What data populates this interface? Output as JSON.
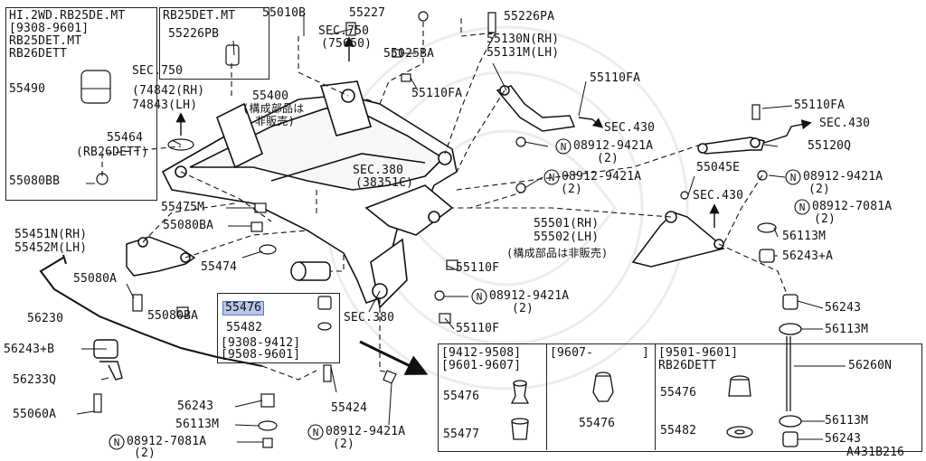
{
  "diagram_id": "A431B216",
  "top_left_box": {
    "lines": [
      "HI.2WD.RB25DE.MT",
      "[9308-9601]",
      "RB25DET.MT",
      "RB26DETT"
    ],
    "parts": [
      "55490",
      "55080BB"
    ]
  },
  "rb25_box": {
    "title": "RB25DET.MT",
    "part": "55226PB"
  },
  "insert_box": {
    "highlighted_part": "55476",
    "part2": "55482",
    "dates": [
      "[9308-9412]",
      "[9508-9601]"
    ]
  },
  "variant_table": {
    "col1": {
      "dates": [
        "[9412-9508]",
        "[9601-9607]"
      ],
      "parts": [
        "55476",
        "55477"
      ]
    },
    "col2": {
      "dates": [
        "[9607-",
        "]"
      ],
      "parts": [
        "55476"
      ]
    },
    "col3": {
      "dates": [
        "[9501-9601]",
        "RB26DETT"
      ],
      "parts": [
        "55476",
        "55482"
      ]
    }
  },
  "labels": {
    "l55010b": "55010B",
    "l55227": "55227",
    "l55226pa": "55226PA",
    "sec750a": "SEC.750",
    "sec750b": "(75650)",
    "l55025ba": "55025BA",
    "l55130n": "55130N(RH)",
    "l55131m": "55131M(LH)",
    "l55110fa1": "55110FA",
    "l55110fa2": "55110FA",
    "sec430a": "SEC.430",
    "l55110fa3": "55110FA",
    "sec430b": "SEC.430",
    "n08912a": "08912-9421A",
    "n08912a_q": "(2)",
    "l55120q": "55120Q",
    "sec750c": "SEC.750",
    "sec750c1": "(74842(RH)",
    "sec750c2": "74843(LH)",
    "l55400": "55400",
    "l55400n1": "(構成部品は",
    "l55400n2": "非販売)",
    "l55464": "55464",
    "l55464n": "(RB26DETT)",
    "sec380a": "SEC.380",
    "sec380a2": "(38351C)",
    "n08912b": "08912-9421A",
    "n08912b_q": "(2)",
    "l55045e": "55045E",
    "n08912c": "08912-9421A",
    "n08912c_q": "(2)",
    "sec430c": "SEC.430",
    "n08912d": "08912-7081A",
    "n08912d_q": "(2)",
    "l55475m": "55475M",
    "l55080ba1": "55080BA",
    "l55501": "55501(RH)",
    "l55502": "55502(LH)",
    "l55502n": "(構成部品は非販売)",
    "l56113m1": "56113M",
    "l56243a": "56243+A",
    "l55451n": "55451N(RH)",
    "l55452m": "55452M(LH)",
    "l55474": "55474",
    "l55110f1": "55110F",
    "l55080a": "55080A",
    "n08912e": "08912-9421A",
    "n08912e_q": "(2)",
    "l56243r": "56243",
    "l56230": "56230",
    "l55080ba2": "55080BA",
    "sec380b": "SEC.380",
    "l56113m2": "56113M",
    "l55110f2": "55110F",
    "l56243b": "56243+B",
    "l56260n": "56260N",
    "l56233q": "56233Q",
    "l55424": "55424",
    "l55060a": "55060A",
    "l56243c": "56243",
    "l56113m3": "56113M",
    "l56113m4": "56113M",
    "n08912f": "08912-9421A",
    "n08912f_q": "(2)",
    "n08912g": "08912-7081A",
    "n08912g_q": "(2)",
    "l56243d": "56243"
  },
  "n_symbol": "N"
}
